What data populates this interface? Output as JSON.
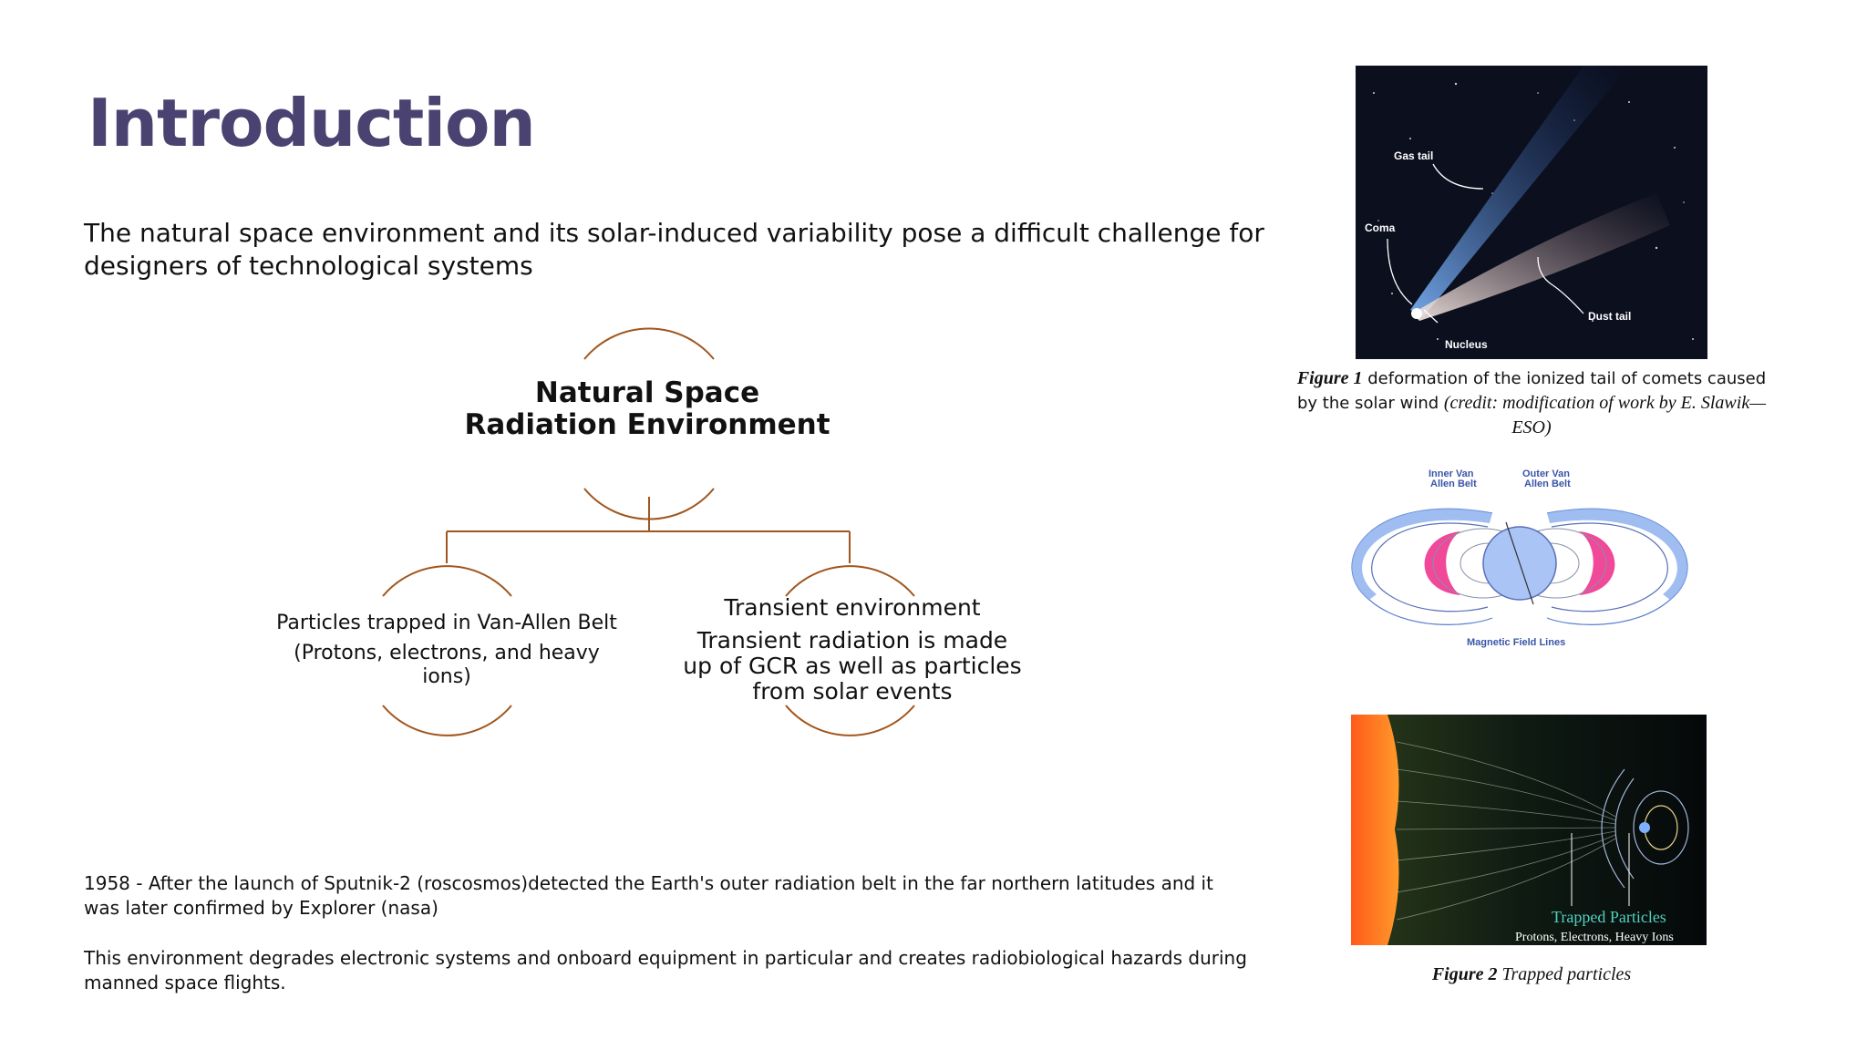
{
  "slide": {
    "title": "Introduction",
    "intro": "The natural space environment and its solar-induced variability pose a difficult challenge for designers of technological systems",
    "fact_1958": "1958 - After the launch of Sputnik-2 (roscosmos)detected the Earth's outer radiation belt in the far northern latitudes and it was later confirmed by Explorer (nasa)",
    "impact": "This environment degrades electronic systems and onboard equipment in particular and creates radiobiological hazards during manned space flights."
  },
  "diagram": {
    "root": "Natural Space Radiation Environment",
    "left": {
      "heading": "Particles trapped in Van-Allen Belt",
      "body": "(Protons, electrons, and heavy ions)"
    },
    "right": {
      "heading": "Transient environment",
      "body": "Transient radiation is made up of GCR as well as particles from solar events"
    },
    "line_color": "#a0561e"
  },
  "figure1": {
    "labels": {
      "gas_tail": "Gas tail",
      "coma": "Coma",
      "dust_tail": "Dust tail",
      "nucleus": "Nucleus"
    },
    "caption_label": "Figure 1",
    "caption_text": " deformation of the ionized tail of comets caused by the solar wind ",
    "caption_credit": "(credit: modification of work by E. Slawik—ESO)"
  },
  "belts_figure": {
    "inner_label": "Inner Van Allen Belt",
    "outer_label": "Outer Van Allen Belt",
    "field_label": "Magnetic Field Lines"
  },
  "figure2": {
    "overlay_title": "Trapped Particles",
    "overlay_sub": "Protons, Electrons, Heavy Ions",
    "caption_label": "Figure 2",
    "caption_text": " Trapped particles"
  },
  "colors": {
    "title": "#4a4270",
    "diagram_line": "#a0561e",
    "belt_blue": "#8fb2ee",
    "belt_pink": "#f0499a"
  }
}
